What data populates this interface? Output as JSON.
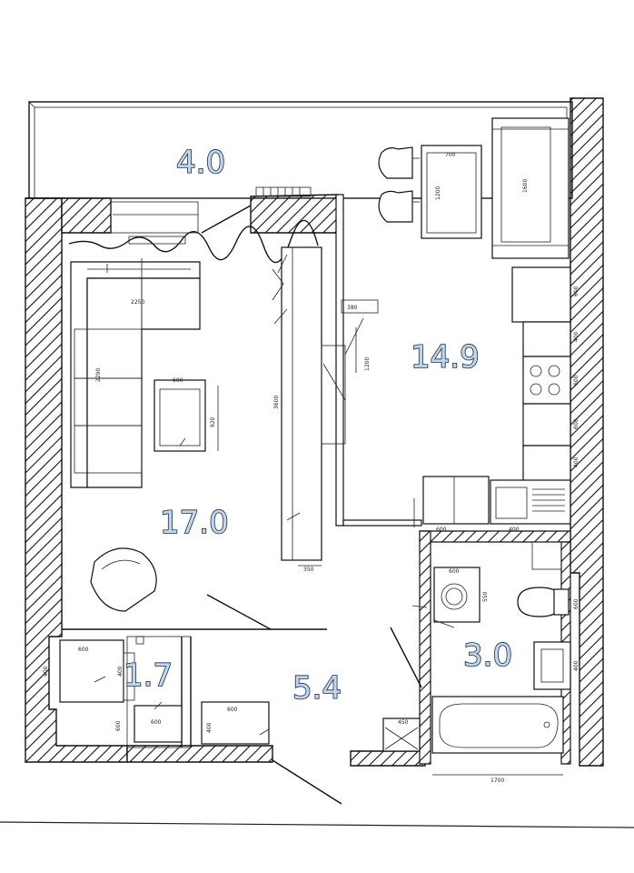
{
  "rooms": [
    {
      "id": "balcony",
      "area": "4.0"
    },
    {
      "id": "kitchen",
      "area": "14.9"
    },
    {
      "id": "living-room",
      "area": "17.0"
    },
    {
      "id": "storage",
      "area": "1.7"
    },
    {
      "id": "hallway",
      "area": "5.4"
    },
    {
      "id": "bathroom",
      "area": "3.0"
    }
  ],
  "dimensions": {
    "dining_table": "700",
    "dining_table_side": "1200",
    "sofa_kitchen": "1600",
    "sofa_width": "2250",
    "sofa_side": "2290",
    "coffee_table": "600",
    "coffee_table_side": "920",
    "wardrobe": "3600",
    "bar_counter": "1200",
    "bar_small": "380",
    "wardrobe_bottom": "350",
    "cab_1": "600",
    "cab_2": "400",
    "cab_3": "600",
    "cab_4": "600",
    "cab_5": "400",
    "sink": "400",
    "counter": "600",
    "wm": "600",
    "wm_side": "550",
    "bath": "1700",
    "storage_1": "600",
    "storage_2": "400",
    "storage_3": "400",
    "storage_4": "600",
    "storage_5": "600",
    "hall_1": "600",
    "hall_2": "400",
    "hall_3": "450",
    "bath_side": "600",
    "basin": "400"
  },
  "colors": {
    "label_fill": "#bcd6ee",
    "label_stroke": "#1c2a44",
    "wall": "#111111"
  }
}
